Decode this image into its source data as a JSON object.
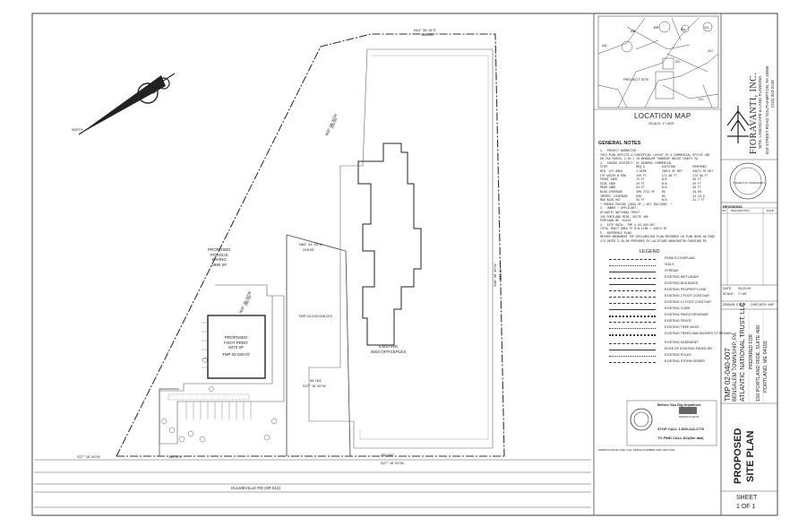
{
  "plan": {
    "north_label": "NORTH",
    "bearings": {
      "top": "N22° 36' 51\"E",
      "top_dist": "188.260'",
      "diag_upper": "N36° 28' 37\"W",
      "diag_upper_dist": "250.00'",
      "right": "S08° 36' 36\"W",
      "right_dist": "510.00'",
      "diag_lower": "N38° 30' 37\"W",
      "diag_lower_dist": "295.00'",
      "bottom_left": "S27° 16' 00\"W",
      "bottom_left_dist": "181.479'",
      "bottom_right": "S27° 16' 00\"W",
      "bottom_right_dist": "280.000'",
      "mid_left": "N63° 41' 26\"W",
      "mid_left_dist": "208.00'",
      "lower_mid": "S27° 16' 00\"W",
      "lower_mid_dist": "96.763'"
    },
    "porous": {
      "l1": "PROPOSED",
      "l2": "POROUS",
      "l3": "PAVING",
      "l4": "3990 SF"
    },
    "footprint": {
      "l1": "PROPOSED",
      "l2": "FOOT PRINT",
      "l3": "8370 SF",
      "l4": "TMP 02-040-07"
    },
    "tmp_middle": "TMP 02-040-008-002",
    "existing": {
      "l1": "EXISTING",
      "l2": "3004 OFFICEPLEX"
    },
    "road": "HULMEVILLE RD (SR 513)"
  },
  "location_map": {
    "title": "LOCATION MAP",
    "scale": "SCALE: 1\"=400'",
    "labels": [
      "AD",
      "AB",
      "BR",
      "PROJECT SITE",
      "OC",
      "GC",
      "BA",
      "DC",
      "OC"
    ]
  },
  "notes": {
    "title": "GENERAL NOTES",
    "items": [
      "1.  PROJECT NARRATIVE:",
      "THIS PLAN DEPICTS A CONCEPTUAL LAYOUT OF A COMMERCIAL OFFICE USE",
      "ON TAX PARCEL 2-40-7 IN BENSALEM TOWNSHIP BUCKS COUNTY PA",
      "2.  ZONING DISTRICT: GC GENERAL COMMERCIAL",
      "ITEM                 REQ'D          EXISTING          PROPOSED",
      "MIN. LOT AREA        1 ACRE         28874 SF NET      28874 SF NET",
      "LOT WIDTH @ ROW      150 FT         172.96 FT         172.96 FT",
      "FRONT YARD           75 FT          N/A               60 FT",
      "SIDE YARD            20 FT          N/A               20 FT",
      "REAR YARD            50 FT          N/A               58 FT",
      "BLDG COVERAGE        30% 2712 SF    0%                29.0%",
      "IMPERV. COVERAGE     60%            0%                24.26 %",
      "MAX BLDG HGT         35 FT          N/A               31.7 FT",
      "* POROUS PAVING (3990 SF ) NOT INCLUDED  *",
      "3.  OWNER / APPLICANT:",
      "ATLANTIC NATIONAL TRUST",
      "150 PORTLAND RIDE, SUITE 400",
      "PORTLAND ME  04101",
      "4.  SITE DATA:  TMP # 02-040-007",
      "TOTAL TRACT AREA TO R/W LINE = 28874 SF",
      "5.  REFERENCE PLAN:",
      "RECORD AMENDMENT TOP DECLARATION PLAN RECORDED IN PLAN BOOK AA PAGE",
      "174 DATED 3-28-88 PREPARED BY LALIFIARS WASHINGTON CROSSING PA"
    ]
  },
  "legend": {
    "title": "LEGEND",
    "items": [
      "FEMA FLOODPLAIN",
      "SOILS",
      "STREAM",
      "EXISTING WETLANDS",
      "EXISTING BUILDINGS",
      "EXISTING PROPERTY LINE",
      "EXISTING 2 FOOT CONTOUR",
      "EXISTING 10 FOOT CONTOUR",
      "EXISTING CURB",
      "EXISTING PAVED DRIVEWAY",
      "EXISTING FENCE",
      "EXISTING TREE MASS",
      "EXISTING TREES AND BUSHES TO REMAIN",
      "EXISTING EASEMENT",
      "EDGE OF EXISTING PAVED RD",
      "EXISTING POLES",
      "EXISTING STORM SEWER"
    ]
  },
  "one_call": {
    "title": "Before You Dig Anywhere",
    "state": "PENNSYLVANIA",
    "stop": "STOP CALL 1-800-242-1776",
    "ten": "TO FIND CALL 811(the law)",
    "text": "PENNSYLVANIA ONE CALL SERIAL NUMBER FOR THIS SITE"
  },
  "firm": {
    "name": "FIORAVANTI, INC.",
    "sub": "SITE, LANDSCAPE & LAND PLANNING",
    "addr": "818 STREET ROAD  SOUTHAMPTON, PA  18966",
    "phone": "(215) 322-2249",
    "seal": "VINCENT M. FIORAVANTI"
  },
  "revisions": {
    "title": "REVISIONS",
    "no": "NO.",
    "desc": "DESCRIPTION",
    "date": "DATE"
  },
  "titleblock": {
    "date_label": "DATE:",
    "date": "05-20-09",
    "scale_label": "SCALE:",
    "scale": "1\"=40'",
    "drawn": "DRAWN: STAFF",
    "checked": "CHECKED: VMF"
  },
  "project": {
    "tmp": "TMP 02-040-007",
    "township": "BENSALEM TOWNSHIP, PA",
    "owner": "ATLANTIC NATIONAL TRUST, LLC",
    "prepared": "PREPARED FOR",
    "addr1": "150 PORTLAND RIDE, SUITE 400",
    "addr2": "PORTLAND, ME  04101"
  },
  "sheet_title": {
    "l1": "PROPOSED",
    "l2": "SITE PLAN"
  },
  "sheet": {
    "label": "SHEET",
    "value": "1 OF 1"
  }
}
